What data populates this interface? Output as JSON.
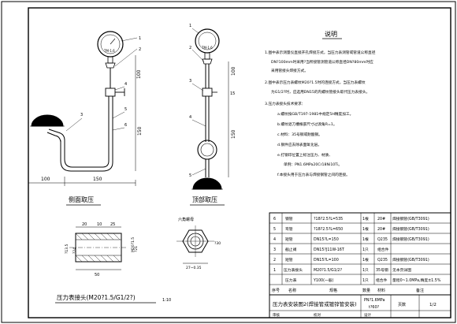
{
  "notes": {
    "title": "说明",
    "items": [
      "1.图中表示测量仪直接开孔焊接方式，当压力表测管或管道公称直径",
      "DN?100mm时采用?当所接管测管道公称直径DN?80mm时应",
      "采用管接头焊接方式。",
      "2.图中表示压力表螺纹M20?1.5时的连接方式，当压力表螺纹",
      "为G1/2?时，应选用DN15的内螺纹管接头取代压力表接头。",
      "3.压力表接头技术要求：",
      "a.螺纹按GB/T197-1981中规定5H精度加工。",
      "b.螺纹退刀槽根部尺寸过渡角R=1。",
      "c.材料：35号钢或耐酸钢。",
      "d.钢件应去除表面氧化层。",
      "e.打钢印位置上标注压力、材质、",
      "单例：PN1.6MPa20Cr18Ni10Ti。",
      "f.本接头用于压力表与焊接钢管之间的连接。"
    ]
  },
  "views": {
    "side": "侧面取压",
    "top": "顶部取压",
    "joint": "压力表接头(M20?1.5/G1/2?)",
    "joint_scale": "1:10",
    "hex": "六角螺母"
  },
  "gauge_label": "TM-1.6",
  "dims": {
    "d1": "100",
    "d2": "150",
    "d3": "100",
    "d4": "150",
    "d5": "100",
    "d6": "15",
    "d7": "150",
    "d8": "15",
    "d9": "100",
    "d10": "27",
    "d11": "25",
    "d12": "20",
    "d13": "10",
    "d14": "25",
    "d15": "?13.5",
    "d16": "M20?1.5",
    "d17": "?24",
    "d18": "?21",
    "d19": "27~0.35",
    "d20": "?30",
    "d21": "50"
  },
  "leaders": {
    "side": [
      "1",
      "2",
      "3",
      "4",
      "5",
      "6"
    ],
    "top": [
      "1",
      "2",
      "3",
      "4",
      "5"
    ]
  },
  "bom": {
    "rows": [
      {
        "no": "6",
        "name": "钢管",
        "spec": "?18?2.5?L=535",
        "unit": "1根",
        "material": "20#",
        "remark": "焊接钢管(GB/T3091)"
      },
      {
        "no": "5",
        "name": "弯管",
        "spec": "?18?2.5?L=650",
        "unit": "1根",
        "material": "20#",
        "remark": "焊接钢管(GB/T3091)"
      },
      {
        "no": "4",
        "name": "短管",
        "spec": "DN15?L=150",
        "unit": "1根",
        "material": "Q235",
        "remark": "焊接钢管(GB/T3091)"
      },
      {
        "no": "3",
        "name": "截止阀",
        "spec": "DN15?J11W-16T",
        "unit": "1只",
        "material": "组合件",
        "remark": ""
      },
      {
        "no": "2",
        "name": "短管",
        "spec": "DN15?L=100",
        "unit": "1根",
        "material": "Q235",
        "remark": "焊接钢管(GB/T3091)"
      },
      {
        "no": "1",
        "name": "压力表接头",
        "spec": "M20?1.5/G1/2?",
        "unit": "1只",
        "material": "35号钢",
        "remark": "见本页详图"
      },
      {
        "no": "",
        "name": "压力表",
        "spec": "Y100(一般)",
        "unit": "1只",
        "material": "组合件",
        "remark": "量程0~1.0MPa,精度±1.5%"
      }
    ],
    "header": {
      "no": "序号",
      "name": "名称",
      "spec": "规格",
      "unit": "数量",
      "material": "材料",
      "remark": "备注"
    }
  },
  "titleblock": {
    "title": "压力表安装图2(焊接管或镀锌管安装)",
    "pn": "PN?1.6MPa",
    "temp": "t?60?",
    "page_label": "页数",
    "page": "1/2",
    "review": "审核",
    "check": "校对",
    "design": "设计"
  }
}
